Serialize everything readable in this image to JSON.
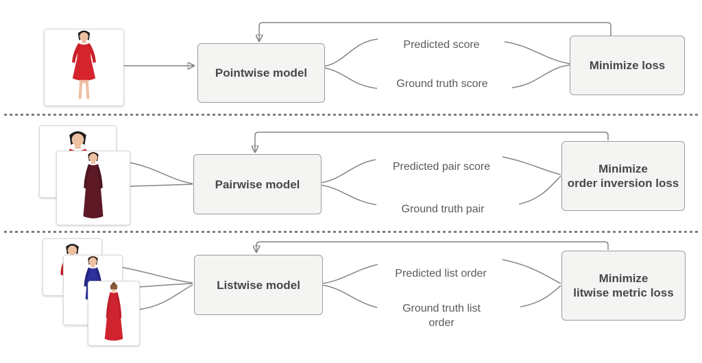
{
  "colors": {
    "background": "#ffffff",
    "box_fill": "#f4f4f3",
    "box_border": "#9b9b9b",
    "box_text": "#474748",
    "wire": "#848484",
    "label_text": "#58595b",
    "separator": "#7e7e7e",
    "card_border": "#d7d7d5",
    "dress_red": "#d5242e",
    "dress_maroon": "#5d1a26",
    "dress_blue": "#2e2f9d",
    "gown_red": "#cf2430",
    "skin": "#edc0a2",
    "hair": "#1d1d1d"
  },
  "rows": [
    {
      "id": "pointwise",
      "images": [
        "red-knee-dress"
      ],
      "model_label": "Pointwise model",
      "predicted_label": "Predicted score",
      "ground_truth_line1": "Ground truth score",
      "ground_truth_line2": "",
      "loss_line1": "Minimize loss",
      "loss_line2": ""
    },
    {
      "id": "pairwise",
      "images": [
        "red-top",
        "maroon-gown"
      ],
      "model_label": "Pairwise model",
      "predicted_label": "Predicted pair score",
      "ground_truth_line1": "Ground truth pair",
      "ground_truth_line2": "",
      "loss_line1": "Minimize",
      "loss_line2": "order inversion loss"
    },
    {
      "id": "listwise",
      "images": [
        "red-top",
        "blue-dress",
        "red-gown-back"
      ],
      "model_label": "Listwise model",
      "predicted_label": "Predicted list order",
      "ground_truth_line1": "Ground truth list",
      "ground_truth_line2": "order",
      "loss_line1": "Minimize",
      "loss_line2": "litwise metric loss"
    }
  ]
}
